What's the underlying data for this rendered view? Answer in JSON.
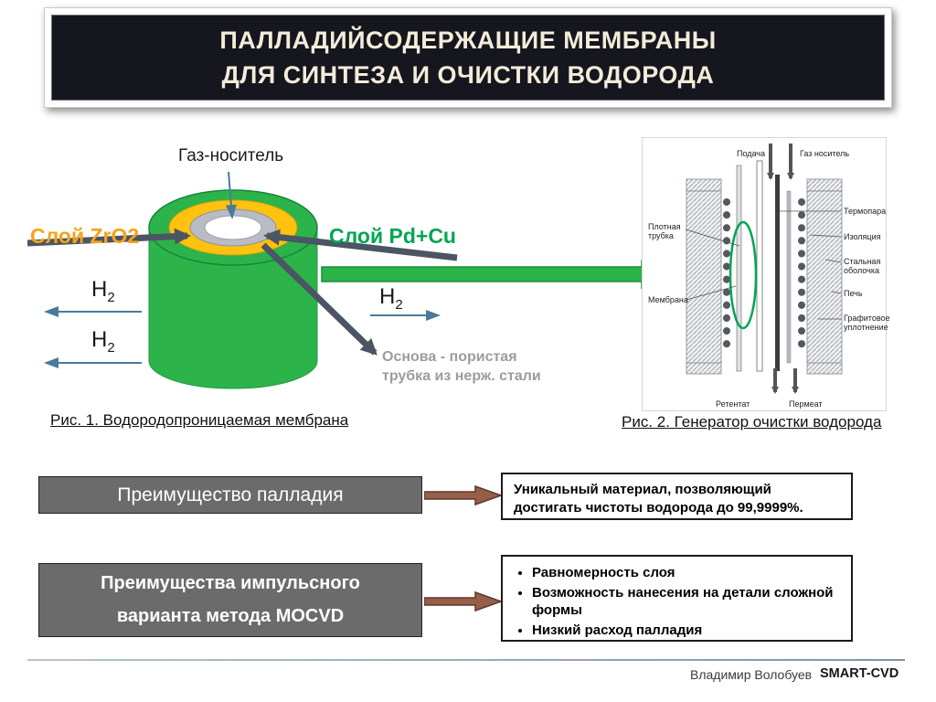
{
  "title": {
    "line1": "ПАЛЛАДИЙСОДЕРЖАЩИЕ МЕМБРАНЫ",
    "line2": "ДЛЯ СИНТЕЗА И ОЧИСТКИ ВОДОРОДА"
  },
  "fig1": {
    "gas_carrier_label": "Газ-носитель",
    "zro2_label": "Слой ZrO2",
    "pdcu_label": "Слой Pd+Cu",
    "h2_base": "H",
    "h2_sub": "2",
    "base_line1": "Основа - пористая",
    "base_line2": "трубка из нерж. стали",
    "caption": "Рис. 1. Водородопроницаемая мембрана"
  },
  "fig2": {
    "caption": "Рис. 2. Генератор очистки водорода",
    "labels": {
      "supply": "Подача",
      "carrier_gas": "Газ носитель",
      "thermocouple": "Термопара",
      "insulation": "Изоляция",
      "steel_shell": "Стальная оболочка",
      "furnace": "Печь",
      "graphite_seal": "Графитовое уплотнение",
      "dense_tube": "Плотная трубка",
      "membrane": "Мембрана",
      "retentate": "Ретентат",
      "permeate": "Пермеат"
    }
  },
  "boxes": [
    {
      "heading_line1": "Преимущество палладия",
      "heading_line2": "",
      "text": "Уникальный материал, позволяющий достигать чистоты водорода до 99,9999%."
    },
    {
      "heading_line1": "Преимущества импульсного",
      "heading_line2": "варианта метода MOCVD",
      "bullets": [
        "Равномерность слоя",
        "Возможность нанесения на детали сложной формы",
        "Низкий расход палладия"
      ]
    }
  ],
  "footer": {
    "author": "Владимир Волобуев",
    "brand": "SMART-CVD"
  },
  "colors": {
    "title_bg": "#16161f",
    "title_text": "#f3ecd9",
    "membrane_green": "#2cb34a",
    "zro2_yellow": "#ffc20e",
    "pdcu_ring_gray": "#b9bcc4",
    "zro2_label_orange": "#f5a31a",
    "pdcu_label_green": "#00a651",
    "arrow_slate": "#4b5563",
    "arrow_blue": "#4a7a9b",
    "arrow_brown": "#975f49",
    "gray_box": "#6b6b6b"
  }
}
